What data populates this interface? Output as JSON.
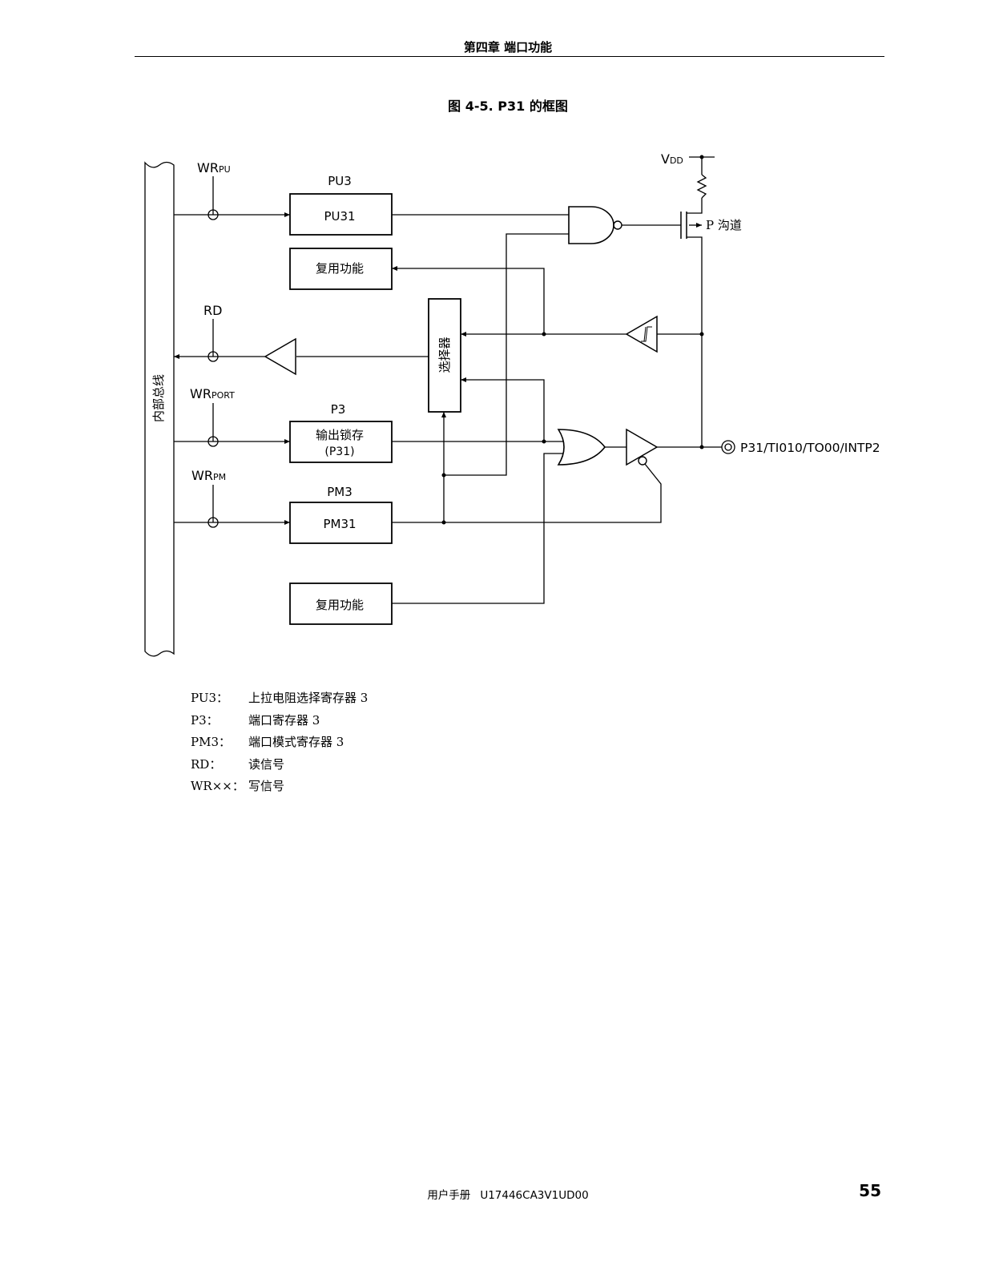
{
  "header": {
    "chapter": "第四章 端口功能"
  },
  "figure": {
    "title": "图 4-5.  P31 的框图"
  },
  "diagram": {
    "bus_label": "内部总线",
    "signals": {
      "wr_pu": {
        "main": "WR",
        "sub": "PU"
      },
      "rd": "RD",
      "wr_port": {
        "main": "WR",
        "sub": "PORT"
      },
      "wr_pm": {
        "main": "WR",
        "sub": "PM"
      },
      "vdd": {
        "main": "V",
        "sub": "DD"
      }
    },
    "blocks": {
      "pu3_caption": "PU3",
      "pu31": "PU31",
      "alt_func_1": "复用功能",
      "selector": "选择器",
      "p3_caption": "P3",
      "latch_line1": "输出锁存",
      "latch_line2": "(P31)",
      "pm3_caption": "PM3",
      "pm31": "PM31",
      "alt_func_2": "复用功能"
    },
    "p_channel": "P 沟道",
    "pin": "P31/TI010/TO00/INTP2"
  },
  "legend": [
    {
      "abbr": "PU3：",
      "desc": "上拉电阻选择寄存器 3"
    },
    {
      "abbr": "P3：",
      "desc": "端口寄存器 3"
    },
    {
      "abbr": "PM3：",
      "desc": "端口模式寄存器 3"
    },
    {
      "abbr": "RD：",
      "desc": "读信号"
    },
    {
      "abbr": "WR××：",
      "desc": "写信号"
    }
  ],
  "footer": {
    "manual": "用户手册",
    "doc_code": "U17446CA3V1UD00",
    "page": "55"
  }
}
